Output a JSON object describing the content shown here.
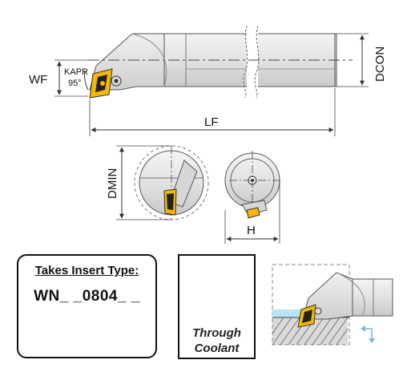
{
  "labels": {
    "wf": "WF",
    "kapr": "KAPR",
    "kapr_angle": "95°",
    "dcon": "DCON",
    "lf": "LF",
    "dmin": "DMIN",
    "h": "H"
  },
  "insert_box": {
    "title": "Takes Insert Type:",
    "code": "WN_ _0804_ _"
  },
  "coolant_box": {
    "line1": "Through",
    "line2": "Coolant"
  },
  "colors": {
    "insert_gold": "#f5b800",
    "drop_blue": "#1fa0d0",
    "body_gray": "#e8e8e8",
    "line": "#333333"
  }
}
